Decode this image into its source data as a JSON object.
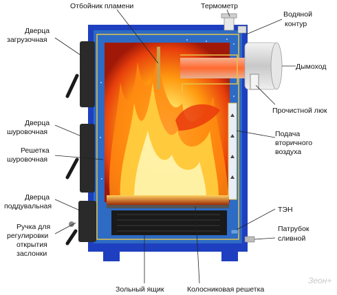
{
  "labels": {
    "flame_deflector": "Отбойник пламени",
    "thermometer": "Термометр",
    "water_circuit_1": "Водяной",
    "water_circuit_2": "контур",
    "loading_door_1": "Дверца",
    "loading_door_2": "загрузочная",
    "chimney": "Дымоход",
    "cleaning_hatch": "Прочистной люк",
    "poker_door_1": "Дверца",
    "poker_door_2": "шуровочная",
    "poker_grate_1": "Решетка",
    "poker_grate_2": "шуровочная",
    "secondary_air_1": "Подача",
    "secondary_air_2": "вторичного",
    "secondary_air_3": "воздуха",
    "ash_door_1": "Дверца",
    "ash_door_2": "поддувальная",
    "heating_element": "ТЭН",
    "damper_handle_1": "Ручка для",
    "damper_handle_2": "регулировки",
    "damper_handle_3": "открытия",
    "damper_handle_4": "заслонки",
    "drain_pipe_1": "Патрубок",
    "drain_pipe_2": "сливной",
    "ash_box": "Зольный ящик",
    "grate_bars": "Колосниковая решетка"
  },
  "watermark": "Зеон+",
  "colors": {
    "body_blue": "#1e3fbf",
    "water_jacket": "#2d6bc4",
    "outline_yellow": "#e8c44a",
    "door_dark": "#2a2a2a",
    "flame_core": "#fff3a0",
    "flame_mid": "#ffa010",
    "flame_outer": "#e83410",
    "chimney_pipe": "#d8d8d8"
  }
}
